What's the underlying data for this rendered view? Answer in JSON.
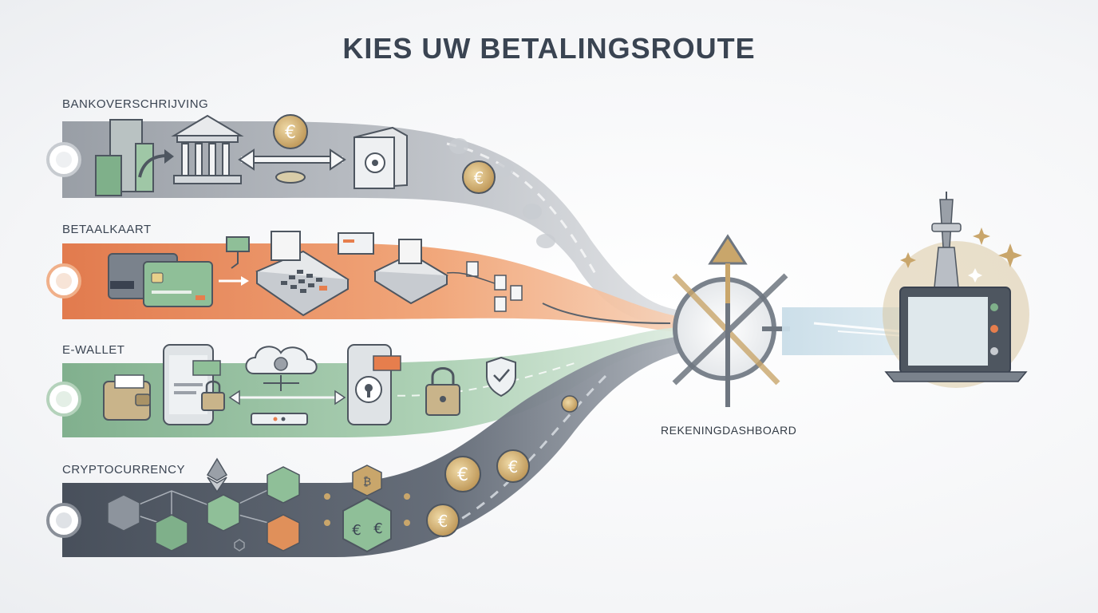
{
  "title": "KIES UW BETALINGSROUTE",
  "routes": [
    {
      "id": "bank",
      "label": "BANKOVERSCHRIJVING",
      "color": "#9aa0a8"
    },
    {
      "id": "card",
      "label": "BETAALKAART",
      "color": "#e67e4d"
    },
    {
      "id": "wallet",
      "label": "E-WALLET",
      "color": "#7fb08a"
    },
    {
      "id": "crypto",
      "label": "CRYPTOCURRENCY",
      "color": "#4a5360"
    }
  ],
  "hub": {
    "label": "REKENINGDASHBOARD"
  },
  "colors": {
    "text": "#3a4452",
    "accent_gold": "#c9a66b"
  },
  "icons": [
    "buildings-icon",
    "bank-icon",
    "euro-coin-icon",
    "safe-icon",
    "credit-card-icon",
    "pos-terminal-icon",
    "wallet-icon",
    "phone-icon",
    "cloud-icon",
    "padlock-icon",
    "shield-check-icon",
    "ethereum-icon",
    "bitcoin-icon",
    "blockchain-cube-icon",
    "compass-hub-icon",
    "laptop-dashboard-icon",
    "tower-icon"
  ]
}
